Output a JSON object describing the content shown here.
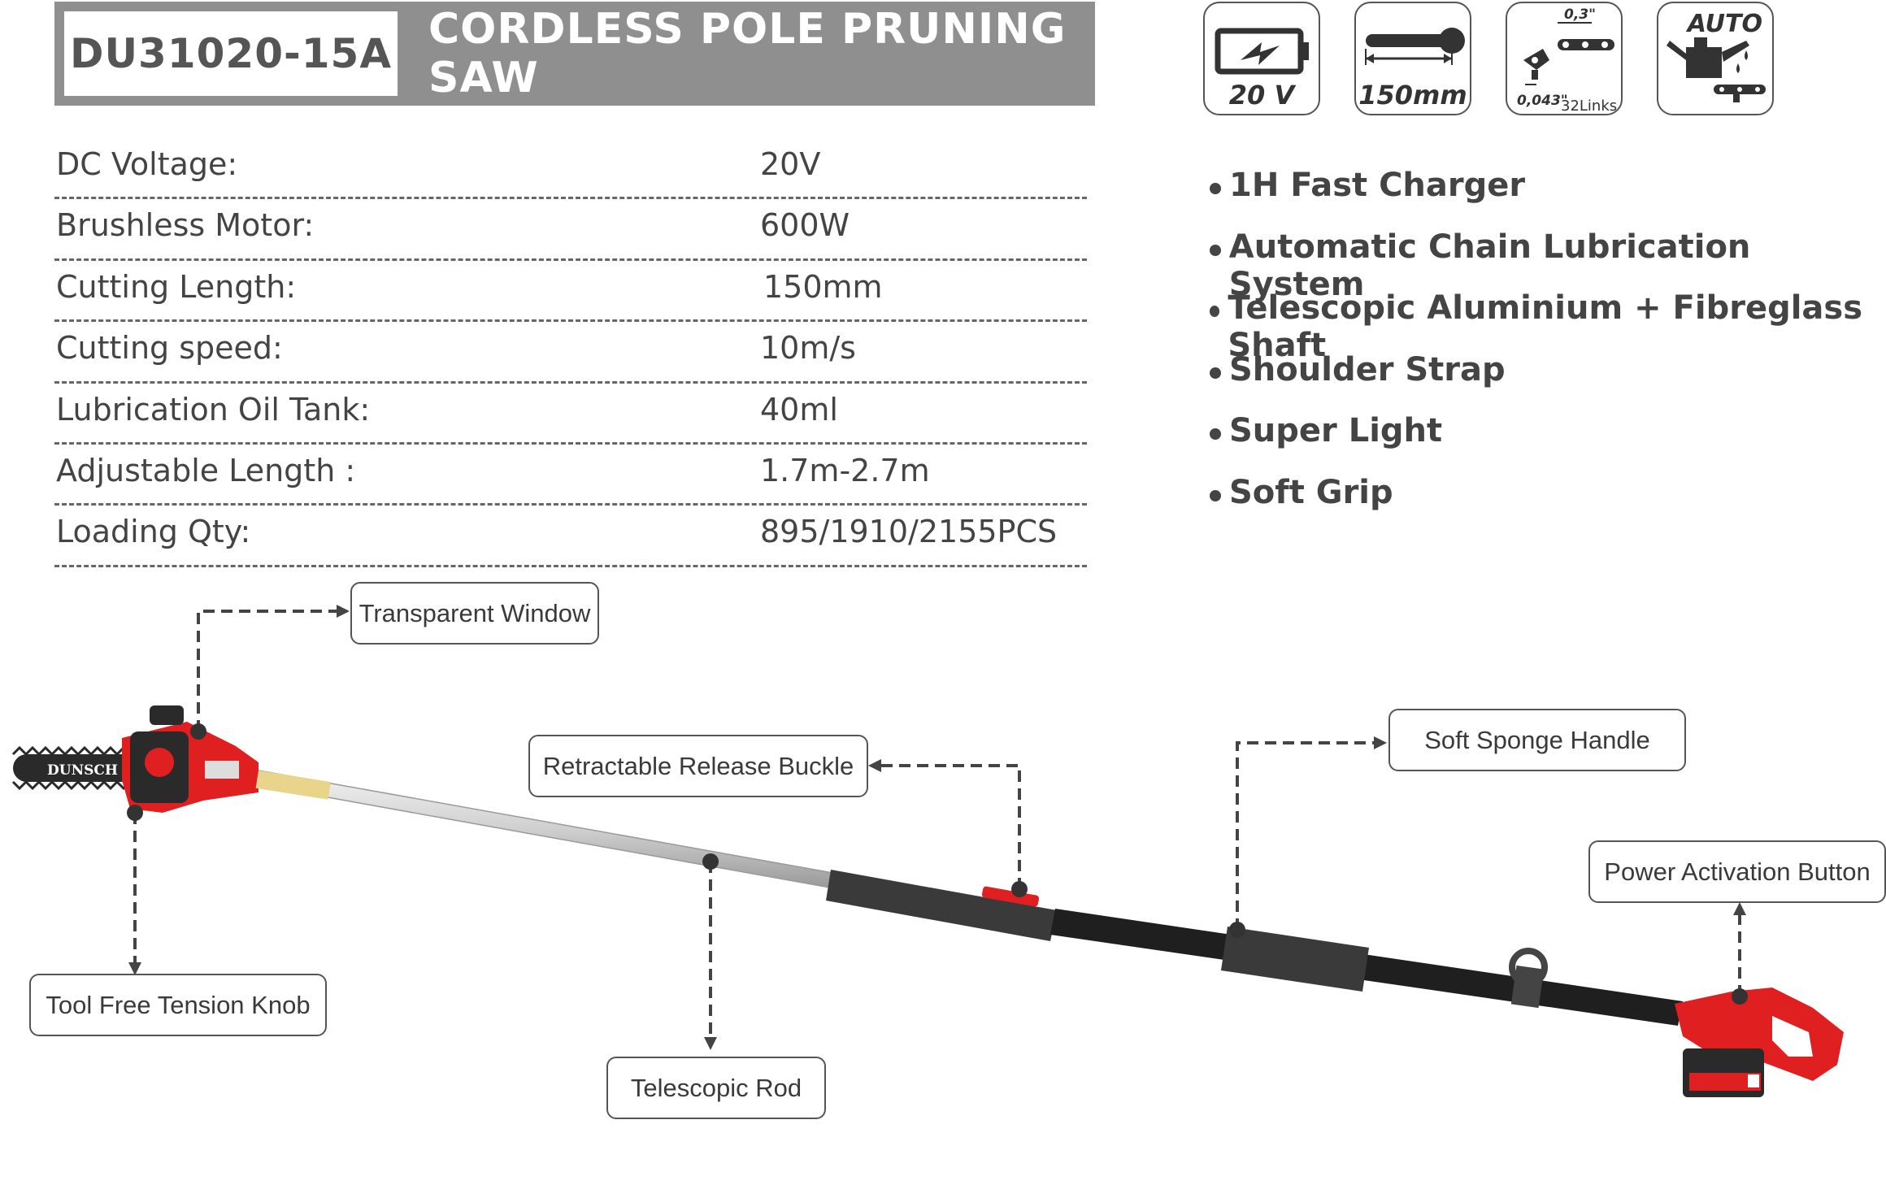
{
  "header": {
    "model": "DU31020-15A",
    "title": "CORDLESS POLE PRUNING SAW"
  },
  "specs": [
    {
      "label": "DC Voltage:",
      "value": "20V"
    },
    {
      "label": "Brushless Motor:",
      "value": "600W"
    },
    {
      "label": "Cutting Length:",
      "value": "150mm"
    },
    {
      "label": "Cutting speed:",
      "value": "10m/s"
    },
    {
      "label": "Lubrication Oil Tank:",
      "value": "40ml"
    },
    {
      "label": "Adjustable Length :",
      "value": "1.7m-2.7m"
    },
    {
      "label": "Loading Qty:",
      "value": "895/1910/2155PCS"
    }
  ],
  "icons": [
    {
      "name": "battery-icon",
      "caption": "20 V"
    },
    {
      "name": "chain-bar-icon",
      "caption": "150mm"
    },
    {
      "name": "chain-pitch-icon",
      "pitch": "0,3\"",
      "gauge": "0,043\"",
      "links": "32Links"
    },
    {
      "name": "auto-oiler-icon",
      "caption": "AUTO"
    }
  ],
  "features": [
    "1H Fast Charger",
    "Automatic Chain Lubrication System",
    "Telescopic Aluminium + Fibreglass Shaft",
    "Shoulder Strap",
    "Super Light",
    "Soft Grip"
  ],
  "product": {
    "brand": "DUNSCH",
    "callouts": {
      "transparent_window": "Transparent Window",
      "retractable_release_buckle": "Retractable Release Buckle",
      "soft_sponge_handle": "Soft Sponge Handle",
      "power_activation_button": "Power Activation Button",
      "tool_free_tension_knob": "Tool Free Tension Knob",
      "telescopic_rod": "Telescopic Rod"
    }
  },
  "colors": {
    "header_bg": "#8f8f8f",
    "brand_red": "#e02020",
    "text": "#444444"
  }
}
